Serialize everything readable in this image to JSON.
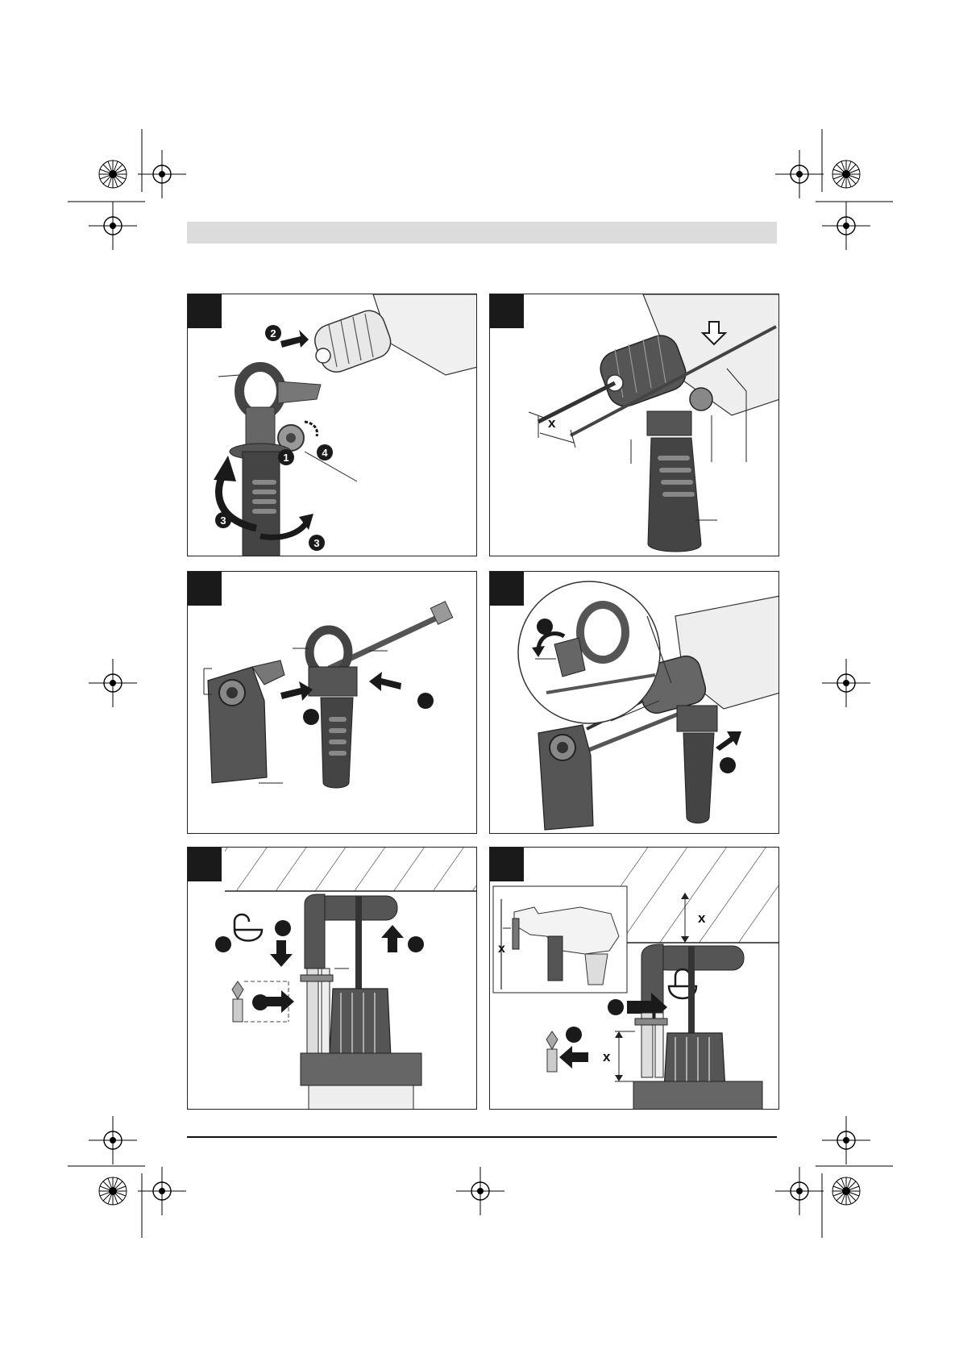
{
  "figures": [
    {
      "id": "fig-a",
      "callouts": [
        "1",
        "2",
        "3",
        "3",
        "4"
      ]
    },
    {
      "id": "fig-b",
      "labels": [
        "x"
      ]
    },
    {
      "id": "fig-c"
    },
    {
      "id": "fig-d"
    },
    {
      "id": "fig-e"
    },
    {
      "id": "fig-f",
      "labels": [
        "x",
        "x",
        "x"
      ]
    }
  ],
  "colors": {
    "ink": "#1a1a1a",
    "tool_body": "#555555",
    "tool_light": "#d8d8d8",
    "header_bar": "#dcdcdc"
  },
  "icons": {
    "unlock": "unlock-icon",
    "lock": "lock-icon",
    "arrow": "arrow-icon",
    "registration": "registration-mark-icon"
  }
}
